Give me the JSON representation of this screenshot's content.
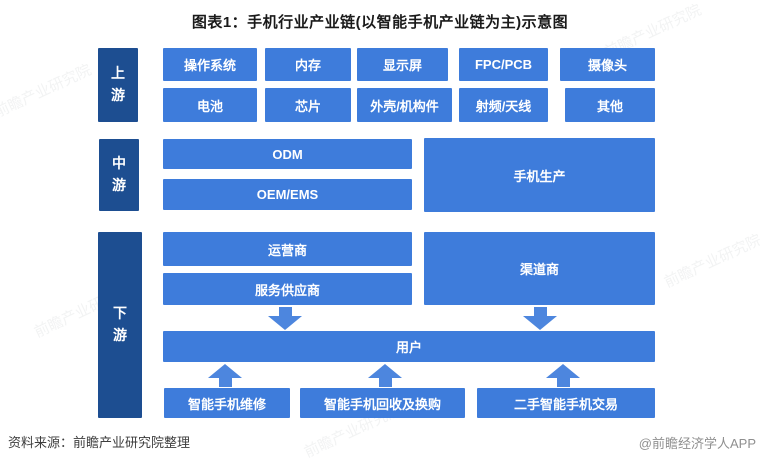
{
  "title": "图表1：手机行业产业链(以智能手机产业链为主)示意图",
  "colors": {
    "dark_blue": "#1d4e91",
    "light_blue": "#3e7cdb",
    "arrow_blue": "#4d86de"
  },
  "sections": {
    "upstream": {
      "label": "上游",
      "row1": [
        "操作系统",
        "内存",
        "显示屏",
        "FPC/PCB",
        "摄像头"
      ],
      "row2": [
        "电池",
        "芯片",
        "外壳/机构件",
        "射频/天线",
        "其他"
      ]
    },
    "midstream": {
      "label": "中游",
      "left_boxes": [
        "ODM",
        "OEM/EMS"
      ],
      "right_box": "手机生产"
    },
    "downstream": {
      "label": "下游",
      "left_boxes": [
        "运营商",
        "服务供应商"
      ],
      "right_box": "渠道商",
      "user_box": "用户",
      "bottom_boxes": [
        "智能手机维修",
        "智能手机回收及换购",
        "二手智能手机交易"
      ]
    }
  },
  "footer": {
    "source": "资料来源：前瞻产业研究院整理",
    "credit": "@前瞻经济学人APP"
  },
  "watermark": {
    "text": "前瞻产业研究院"
  }
}
